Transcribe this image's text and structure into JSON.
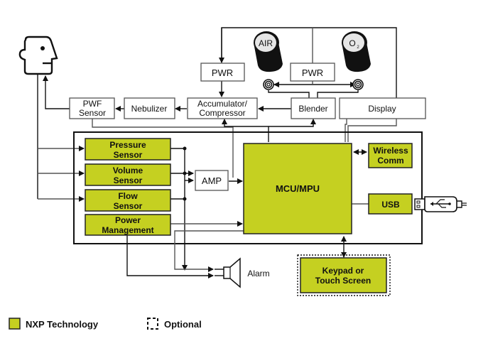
{
  "diagram": {
    "title": "Ventilator block diagram",
    "colors": {
      "nxp_green": "#c5d021",
      "line": "#111111",
      "box_border": "#555555"
    },
    "external_blocks": {
      "pwr_left": "PWR",
      "pwr_mid": "PWR",
      "pwf_sensor": [
        "PWF",
        "Sensor"
      ],
      "nebulizer": "Nebulizer",
      "accumulator": [
        "Accumulator/",
        "Compressor"
      ],
      "blender": "Blender",
      "display": "Display"
    },
    "tanks": {
      "air": "AIR",
      "o2_main": "O",
      "o2_sub": "2"
    },
    "nxp_blocks": {
      "pressure_sensor": [
        "Pressure",
        "Sensor"
      ],
      "volume_sensor": [
        "Volume",
        "Sensor"
      ],
      "flow_sensor": [
        "Flow",
        "Sensor"
      ],
      "power_management": [
        "Power",
        "Management"
      ],
      "mcu": "MCU/MPU",
      "wireless": [
        "Wireless",
        "Comm"
      ],
      "usb": "USB",
      "keypad": [
        "Keypad or",
        "Touch Screen"
      ]
    },
    "amp": "AMP",
    "alarm": "Alarm",
    "icons": {
      "patient": "patient-head-icon",
      "air_tank": "gas-cylinder-icon",
      "o2_tank": "gas-cylinder-icon",
      "valve": "valve-icon",
      "usb_plug": "usb-plug-icon",
      "speaker": "speaker-icon"
    }
  },
  "legend": {
    "nxp": "NXP Technology",
    "optional": "Optional"
  }
}
